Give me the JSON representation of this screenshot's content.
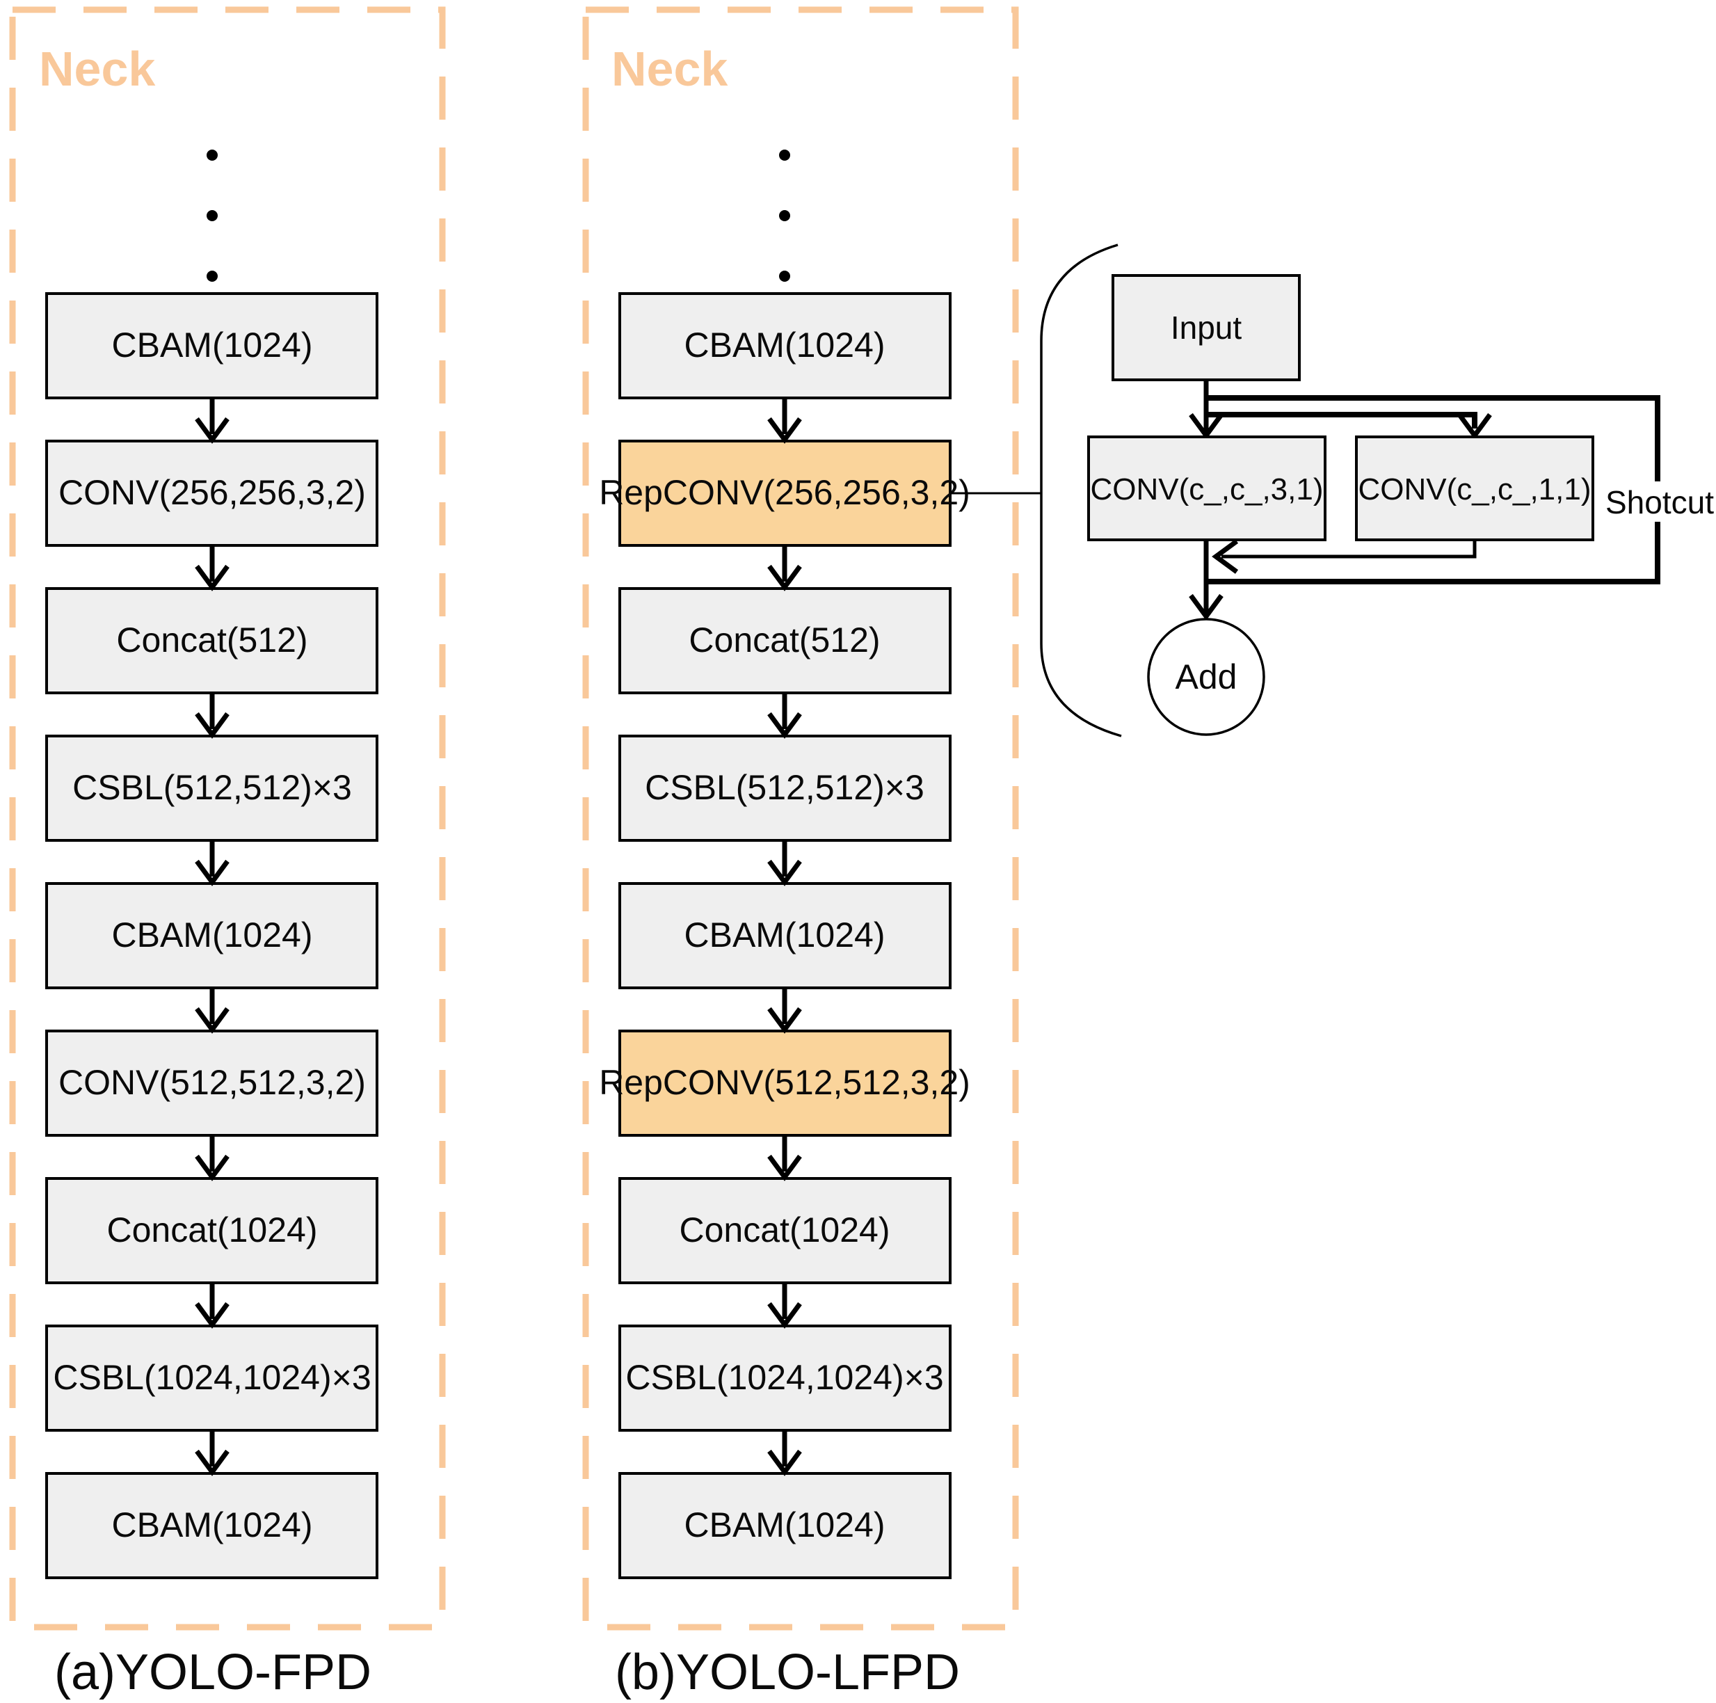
{
  "figure": {
    "colors": {
      "accent_orange": "#f9c89a",
      "highlight_fill": "#fad49b",
      "box_fill": "#efefef",
      "line_black": "#000000"
    },
    "panel_a": {
      "region_label": "Neck",
      "caption": "(a)YOLO-FPD",
      "boxes": [
        {
          "label": "CBAM(1024)"
        },
        {
          "label": "CONV(256,256,3,2)"
        },
        {
          "label": "Concat(512)"
        },
        {
          "label": "CSBL(512,512)×3"
        },
        {
          "label": "CBAM(1024)"
        },
        {
          "label": "CONV(512,512,3,2)"
        },
        {
          "label": "Concat(1024)"
        },
        {
          "label": "CSBL(1024,1024)×3"
        },
        {
          "label": "CBAM(1024)"
        }
      ]
    },
    "panel_b": {
      "region_label": "Neck",
      "caption": "(b)YOLO-LFPD",
      "boxes": [
        {
          "label": "CBAM(1024)",
          "highlight": false
        },
        {
          "label": "RepCONV(256,256,3,2)",
          "highlight": true
        },
        {
          "label": "Concat(512)",
          "highlight": false
        },
        {
          "label": "CSBL(512,512)×3",
          "highlight": false
        },
        {
          "label": "CBAM(1024)",
          "highlight": false
        },
        {
          "label": "RepCONV(512,512,3,2)",
          "highlight": true
        },
        {
          "label": "Concat(1024)",
          "highlight": false
        },
        {
          "label": "CSBL(1024,1024)×3",
          "highlight": false
        },
        {
          "label": "CBAM(1024)",
          "highlight": false
        }
      ]
    },
    "repconv_detail": {
      "input_label": "Input",
      "conv_3x3_label": "CONV(c_,c_,3,1)",
      "conv_1x1_label": "CONV(c_,c_,1,1)",
      "shortcut_label": "Shotcut",
      "add_label": "Add"
    }
  }
}
